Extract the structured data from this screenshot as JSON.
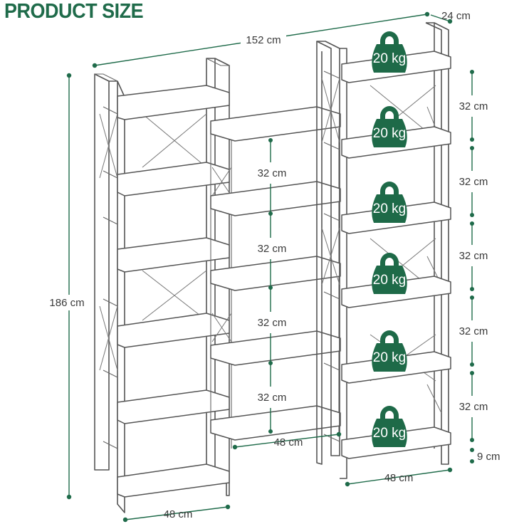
{
  "title": "PRODUCT SIZE",
  "colors": {
    "accent": "#1f6b4a",
    "weight_fill": "#1e6a48",
    "frame": "#555555",
    "dim_text": "#3a3a3a"
  },
  "dimensions": {
    "total_width": "152 cm",
    "depth": "24 cm",
    "height": "186 cm",
    "left_width": "48 cm",
    "middle_width": "48 cm",
    "right_width": "48 cm",
    "middle_spacings": [
      "32 cm",
      "32 cm",
      "32 cm",
      "32 cm"
    ],
    "right_spacings": [
      "32 cm",
      "32 cm",
      "32 cm",
      "32 cm",
      "32 cm"
    ],
    "bottom_clearance": "9 cm"
  },
  "weights": [
    "20 kg",
    "20 kg",
    "20 kg",
    "20 kg",
    "20 kg",
    "20 kg"
  ]
}
